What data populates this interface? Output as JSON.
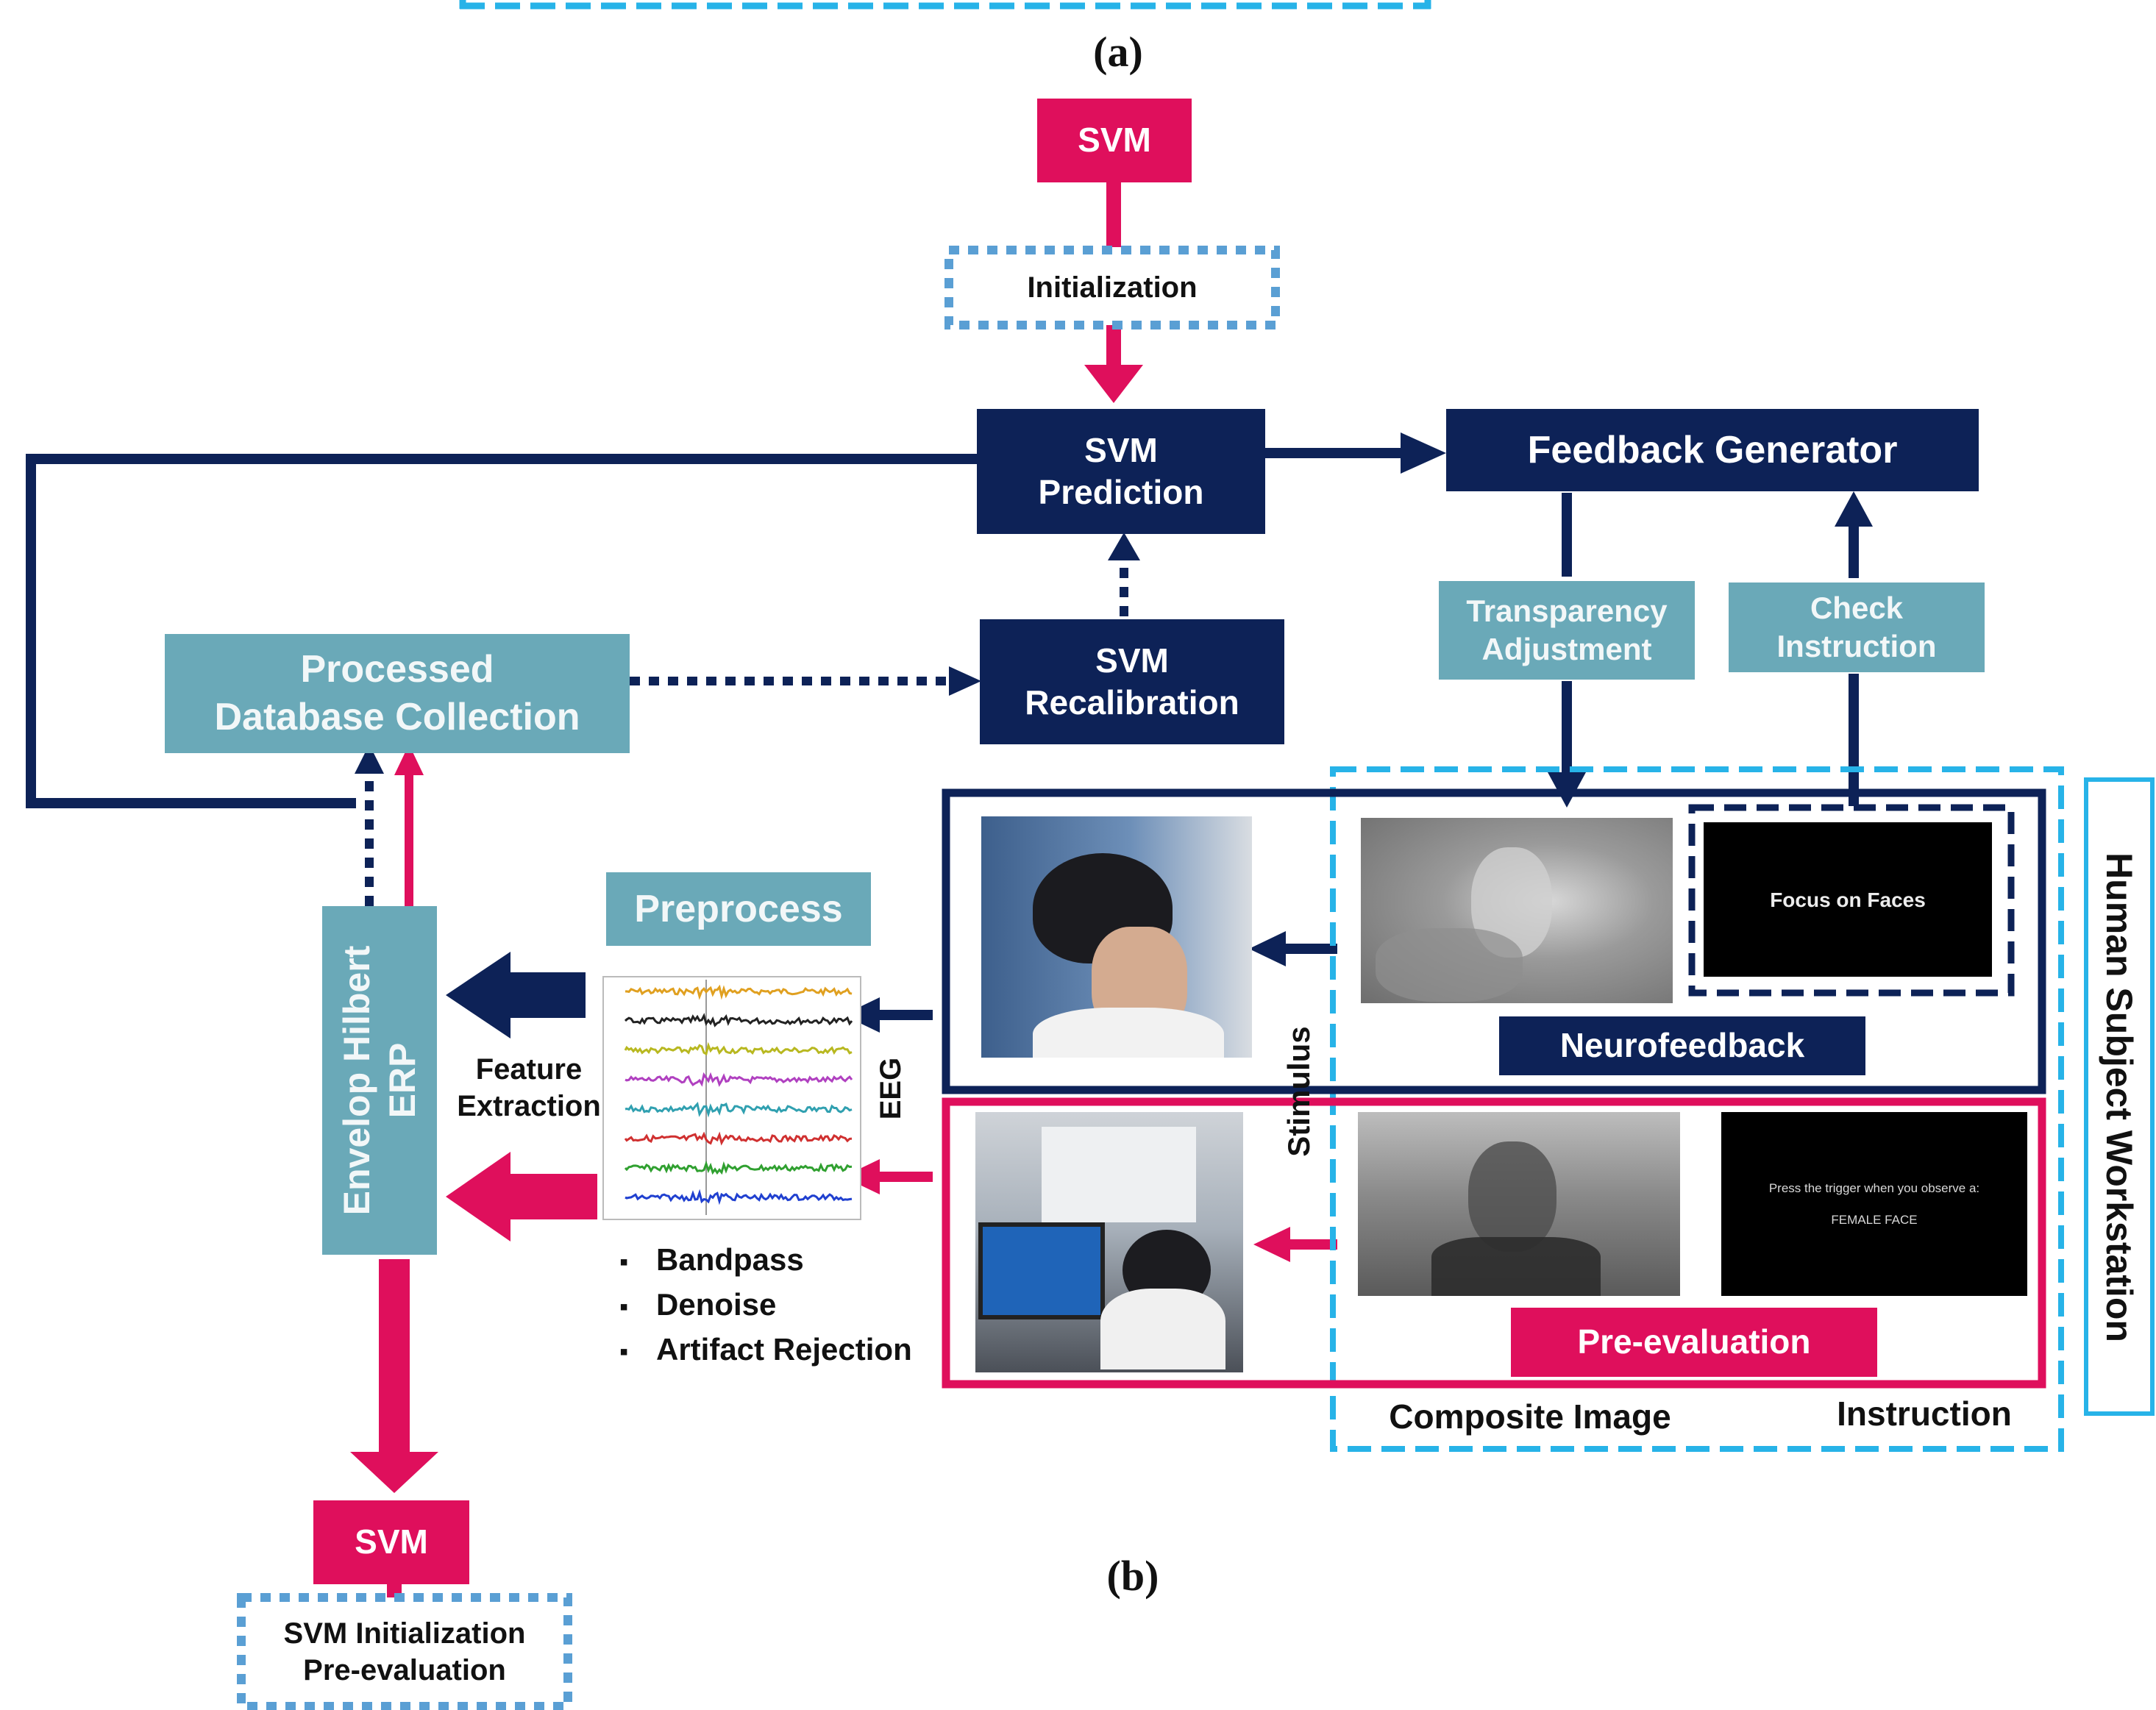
{
  "panel_labels": {
    "a": "(a)",
    "b": "(b)"
  },
  "nodes": {
    "svm_top": "SVM",
    "initialization": "Initialization",
    "svm_prediction": "SVM\nPrediction",
    "feedback_generator": "Feedback Generator",
    "svm_recalibration": "SVM\nRecalibration",
    "processed_database": "Processed\nDatabase Collection",
    "transparency_adjustment": "Transparency\nAdjustment",
    "check_instruction": "Check\nInstruction",
    "preprocess": "Preprocess",
    "envelop_hilbert_erp": "Envelop Hilbert\nERP",
    "feature_extraction": "Feature\nExtraction",
    "eeg": "EEG",
    "stimulus": "Stimulus",
    "neurofeedback": "Neurofeedback",
    "pre_evaluation": "Pre-evaluation",
    "composite_image": "Composite Image",
    "instruction": "Instruction",
    "human_subject_workstation": "Human Subject Workstation",
    "svm_bottom": "SVM",
    "svm_init_pre_eval": "SVM Initialization\nPre-evaluation"
  },
  "preprocess_steps": [
    "Bandpass",
    "Denoise",
    "Artifact Rejection"
  ],
  "screens": {
    "focus_text": "Focus on Faces",
    "trigger_line1": "Press the trigger when you observe a:",
    "trigger_line2": "FEMALE FACE"
  },
  "colors": {
    "navy": "#0d2257",
    "teal": "#6aa9b8",
    "pink": "#df0f5c",
    "light_blue": "#27b3e8",
    "dotted_blue": "#5a9fd4"
  }
}
